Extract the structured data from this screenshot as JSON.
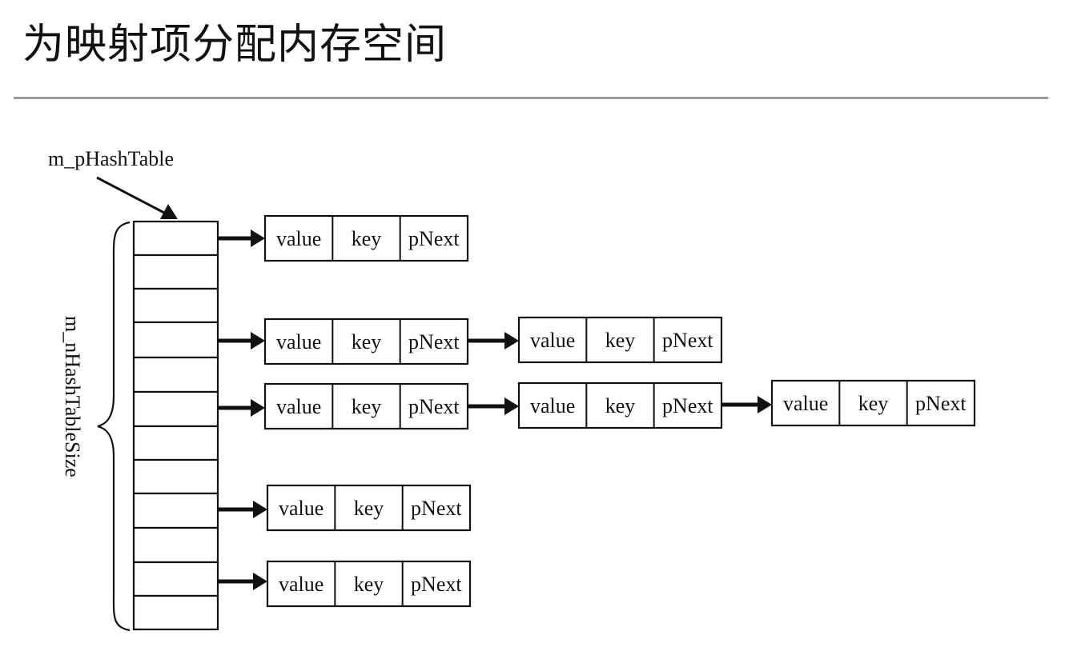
{
  "title": "为映射项分配内存空间",
  "diagram": {
    "table_pointer_label": "m_pHashTable",
    "table_size_label": "m_nHashTableSize",
    "bucket_count": 12,
    "node_fields": [
      "value",
      "key",
      "pNext"
    ],
    "chains": [
      {
        "bucket": 0,
        "length": 1
      },
      {
        "bucket": 3,
        "length": 2
      },
      {
        "bucket": 5,
        "length": 3
      },
      {
        "bucket": 8,
        "length": 1
      },
      {
        "bucket": 10,
        "length": 1
      }
    ]
  }
}
